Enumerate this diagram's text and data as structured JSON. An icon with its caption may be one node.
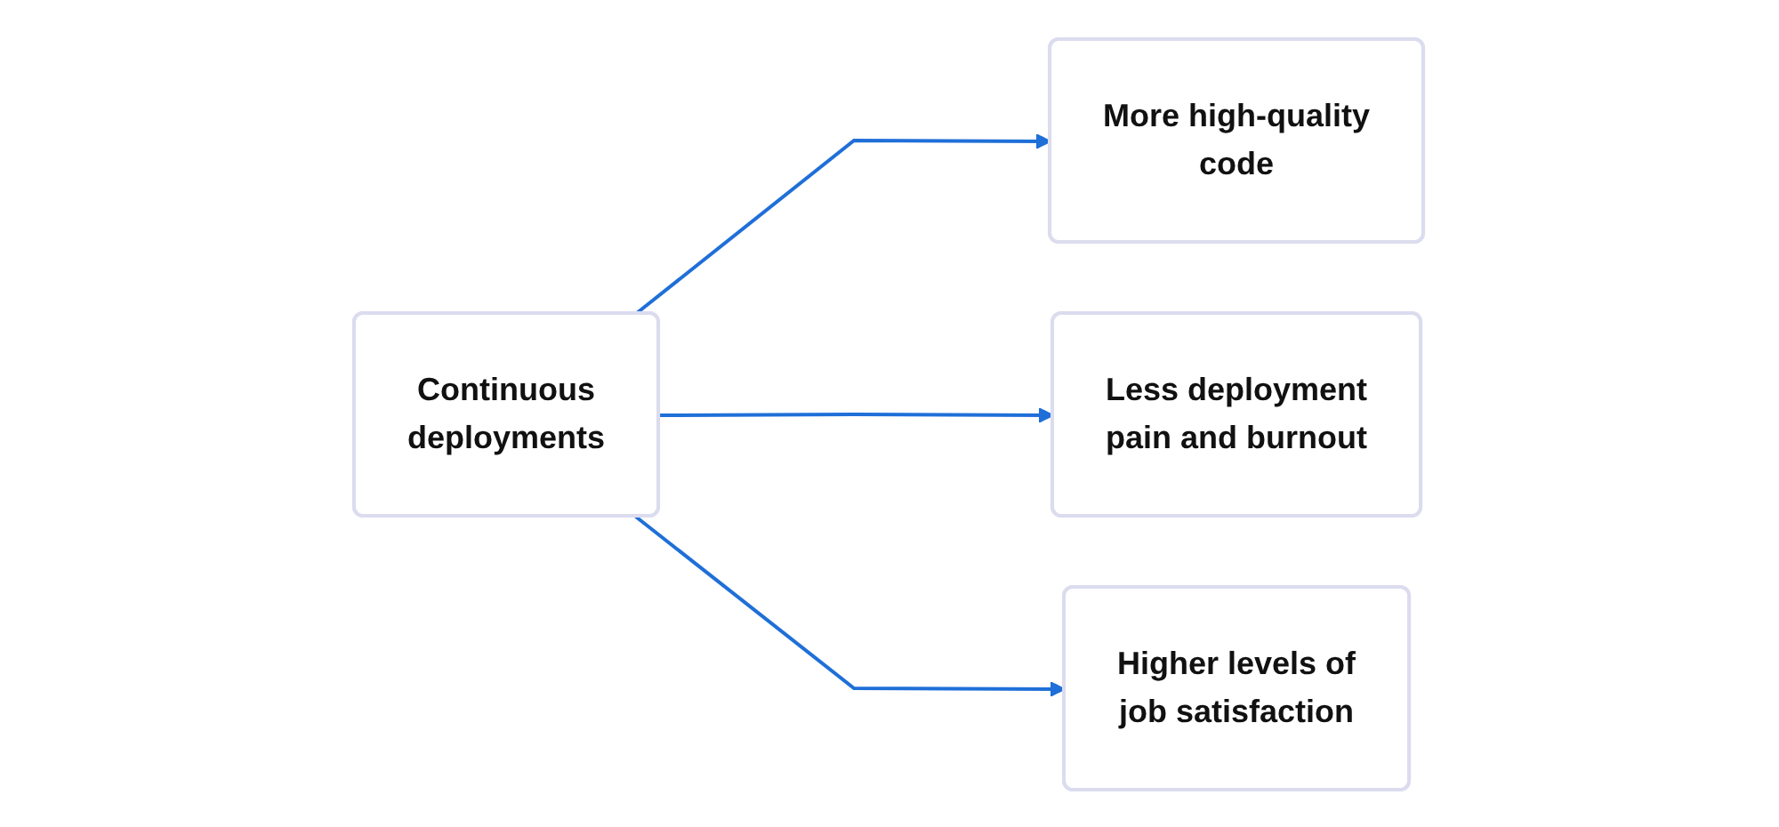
{
  "diagram": {
    "nodes": [
      {
        "text": [
          "Continuous deployments"
        ]
      },
      {
        "text": [
          "More high-quality code"
        ]
      },
      {
        "text": [
          "Less deployment pain and burnout"
        ]
      },
      {
        "text": [
          "Higher levels of job satisfaction"
        ]
      }
    ],
    "edges": [
      {
        "from": 0,
        "to": 1,
        "arrow": "to"
      },
      {
        "from": 0,
        "to": 2,
        "arrow": "to"
      },
      {
        "from": 0,
        "to": 3,
        "arrow": "to"
      }
    ]
  }
}
